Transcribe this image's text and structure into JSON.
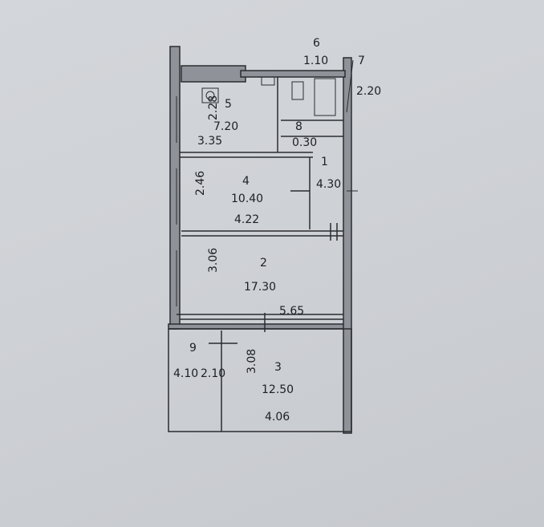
{
  "rooms": [
    {
      "id": "1",
      "area": "4.30"
    },
    {
      "id": "2",
      "area": "17.30",
      "dim_bottom": "5.65",
      "dim_left": "3.06"
    },
    {
      "id": "3",
      "area": "12.50",
      "dim_bottom": "4.06",
      "dim_left": "3.08"
    },
    {
      "id": "4",
      "area": "10.40",
      "dim_bottom": "4.22",
      "dim_left": "2.46"
    },
    {
      "id": "5",
      "area": "7.20",
      "dim_bottom": "3.35",
      "dim_left": "2.28"
    },
    {
      "id": "6",
      "area": "1.10"
    },
    {
      "id": "7",
      "area": "2.20"
    },
    {
      "id": "8",
      "area": "0.30"
    },
    {
      "id": "9",
      "area": "4.10",
      "dim_extra": "2.10"
    }
  ]
}
